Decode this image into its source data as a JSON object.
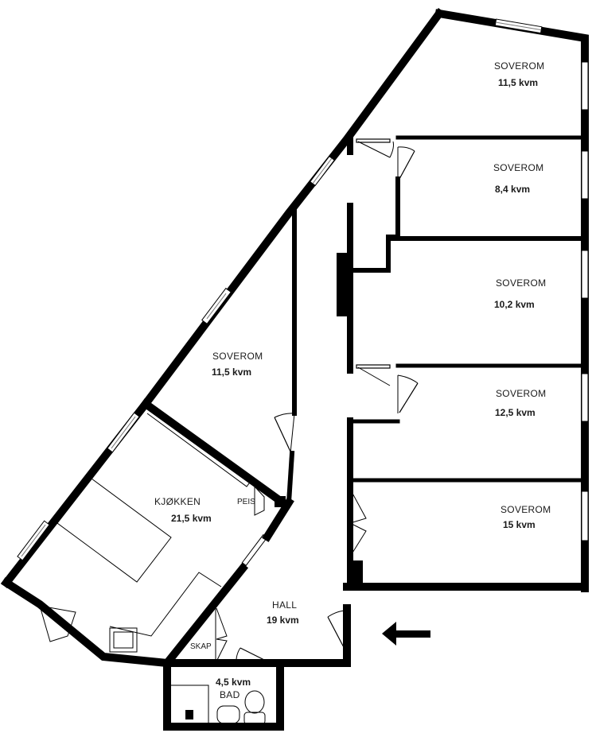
{
  "plan": {
    "rooms": [
      {
        "id": "soverom-1",
        "name": "SOVEROM",
        "area": "11,5 kvm"
      },
      {
        "id": "soverom-2",
        "name": "SOVEROM",
        "area": "8,4 kvm"
      },
      {
        "id": "soverom-3",
        "name": "SOVEROM",
        "area": "10,2 kvm"
      },
      {
        "id": "soverom-4",
        "name": "SOVEROM",
        "area": "12,5 kvm"
      },
      {
        "id": "soverom-5",
        "name": "SOVEROM",
        "area": "15 kvm"
      },
      {
        "id": "soverom-6",
        "name": "SOVEROM",
        "area": "11,5 kvm"
      },
      {
        "id": "kjokken",
        "name": "KJØKKEN",
        "area": "21,5 kvm"
      },
      {
        "id": "hall",
        "name": "HALL",
        "area": "19 kvm"
      },
      {
        "id": "bad",
        "name": "BAD",
        "area": "4,5 kvm"
      }
    ],
    "annotations": {
      "peis": "PEIS",
      "skap": "SKAP"
    },
    "entrance_arrow": "entrance-arrow",
    "colors": {
      "wall": "#000000",
      "background": "#ffffff",
      "text": "#1a1a1a"
    }
  }
}
